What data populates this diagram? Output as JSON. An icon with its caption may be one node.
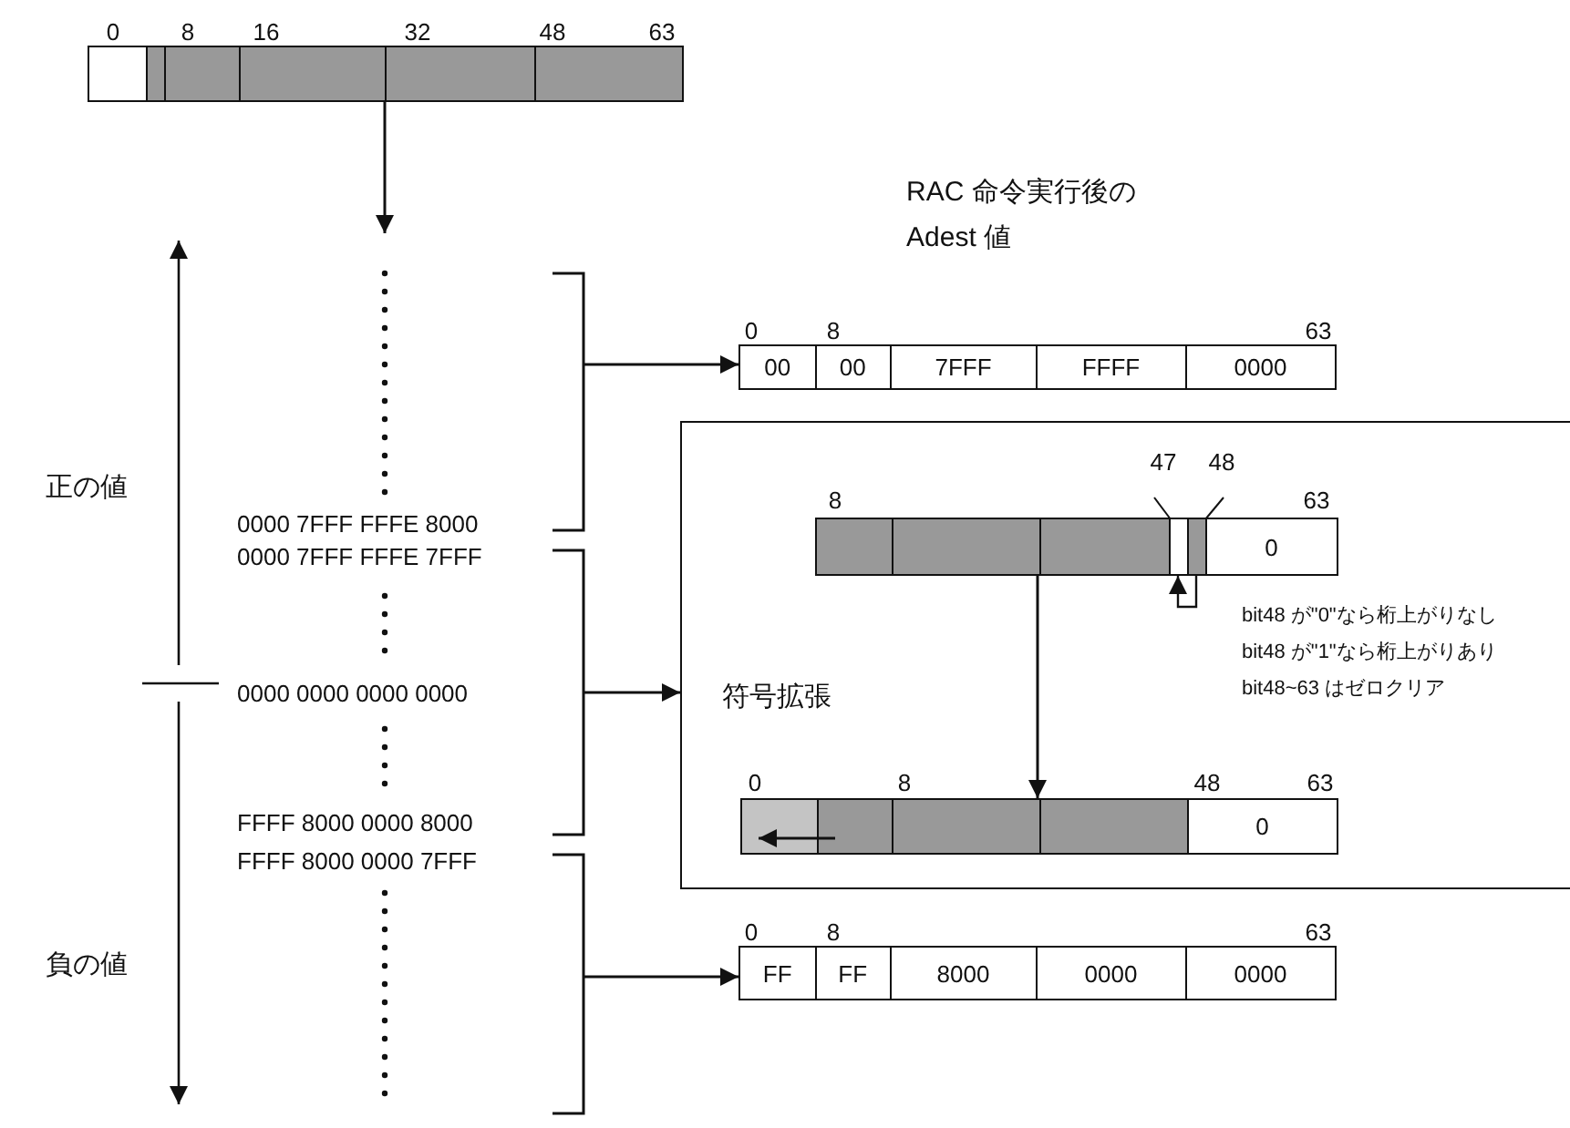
{
  "diagram": {
    "nodes": [
      {
        "text": [],
        "shape": "bar",
        "beside": [
          "0",
          "8",
          "16",
          "32",
          "48",
          "63"
        ]
      },
      {
        "text": [
          "0000 7FFF FFFE 8000"
        ]
      },
      {
        "text": [
          "0000 7FFF FFFE 7FFF",
          "0000 0000 0000 0000",
          "FFFF 8000 0000 8000"
        ]
      },
      {
        "text": [
          "FFFF 8000 0000 7FFF"
        ]
      },
      {
        "text": [
          "00",
          "00",
          "7FFF",
          "FFFF",
          "0000"
        ],
        "beside": [
          "RAC 命令実行後の Adest 値",
          "0",
          "8",
          "63"
        ]
      },
      {
        "text": [
          "符号拡張",
          "bit48 が\"0\"なら桁上がりなし",
          "bit48 が\"1\"なら桁上がりあり",
          "bit48~63 はゼロクリア"
        ]
      },
      {
        "text": [
          "0"
        ],
        "in": 5,
        "beside": [
          "8",
          "47",
          "48",
          "63"
        ]
      },
      {
        "text": [
          "0"
        ],
        "in": 5,
        "beside": [
          "0",
          "8",
          "48",
          "63"
        ]
      },
      {
        "text": [
          "FF",
          "FF",
          "8000",
          "0000",
          "0000"
        ],
        "beside": [
          "0",
          "8",
          "63"
        ]
      }
    ],
    "edges": [
      {
        "from": 0,
        "to": 1,
        "arrow": "to"
      },
      {
        "from": 1,
        "to": 4,
        "arrow": "to"
      },
      {
        "from": 2,
        "to": 5,
        "arrow": "to"
      },
      {
        "from": 6,
        "to": 7,
        "arrow": "to"
      },
      {
        "from": 6,
        "to": 6,
        "arrow": "to"
      },
      {
        "from": 3,
        "to": 8,
        "arrow": "to"
      }
    ],
    "labels": [
      "正の値",
      "負の値"
    ]
  }
}
